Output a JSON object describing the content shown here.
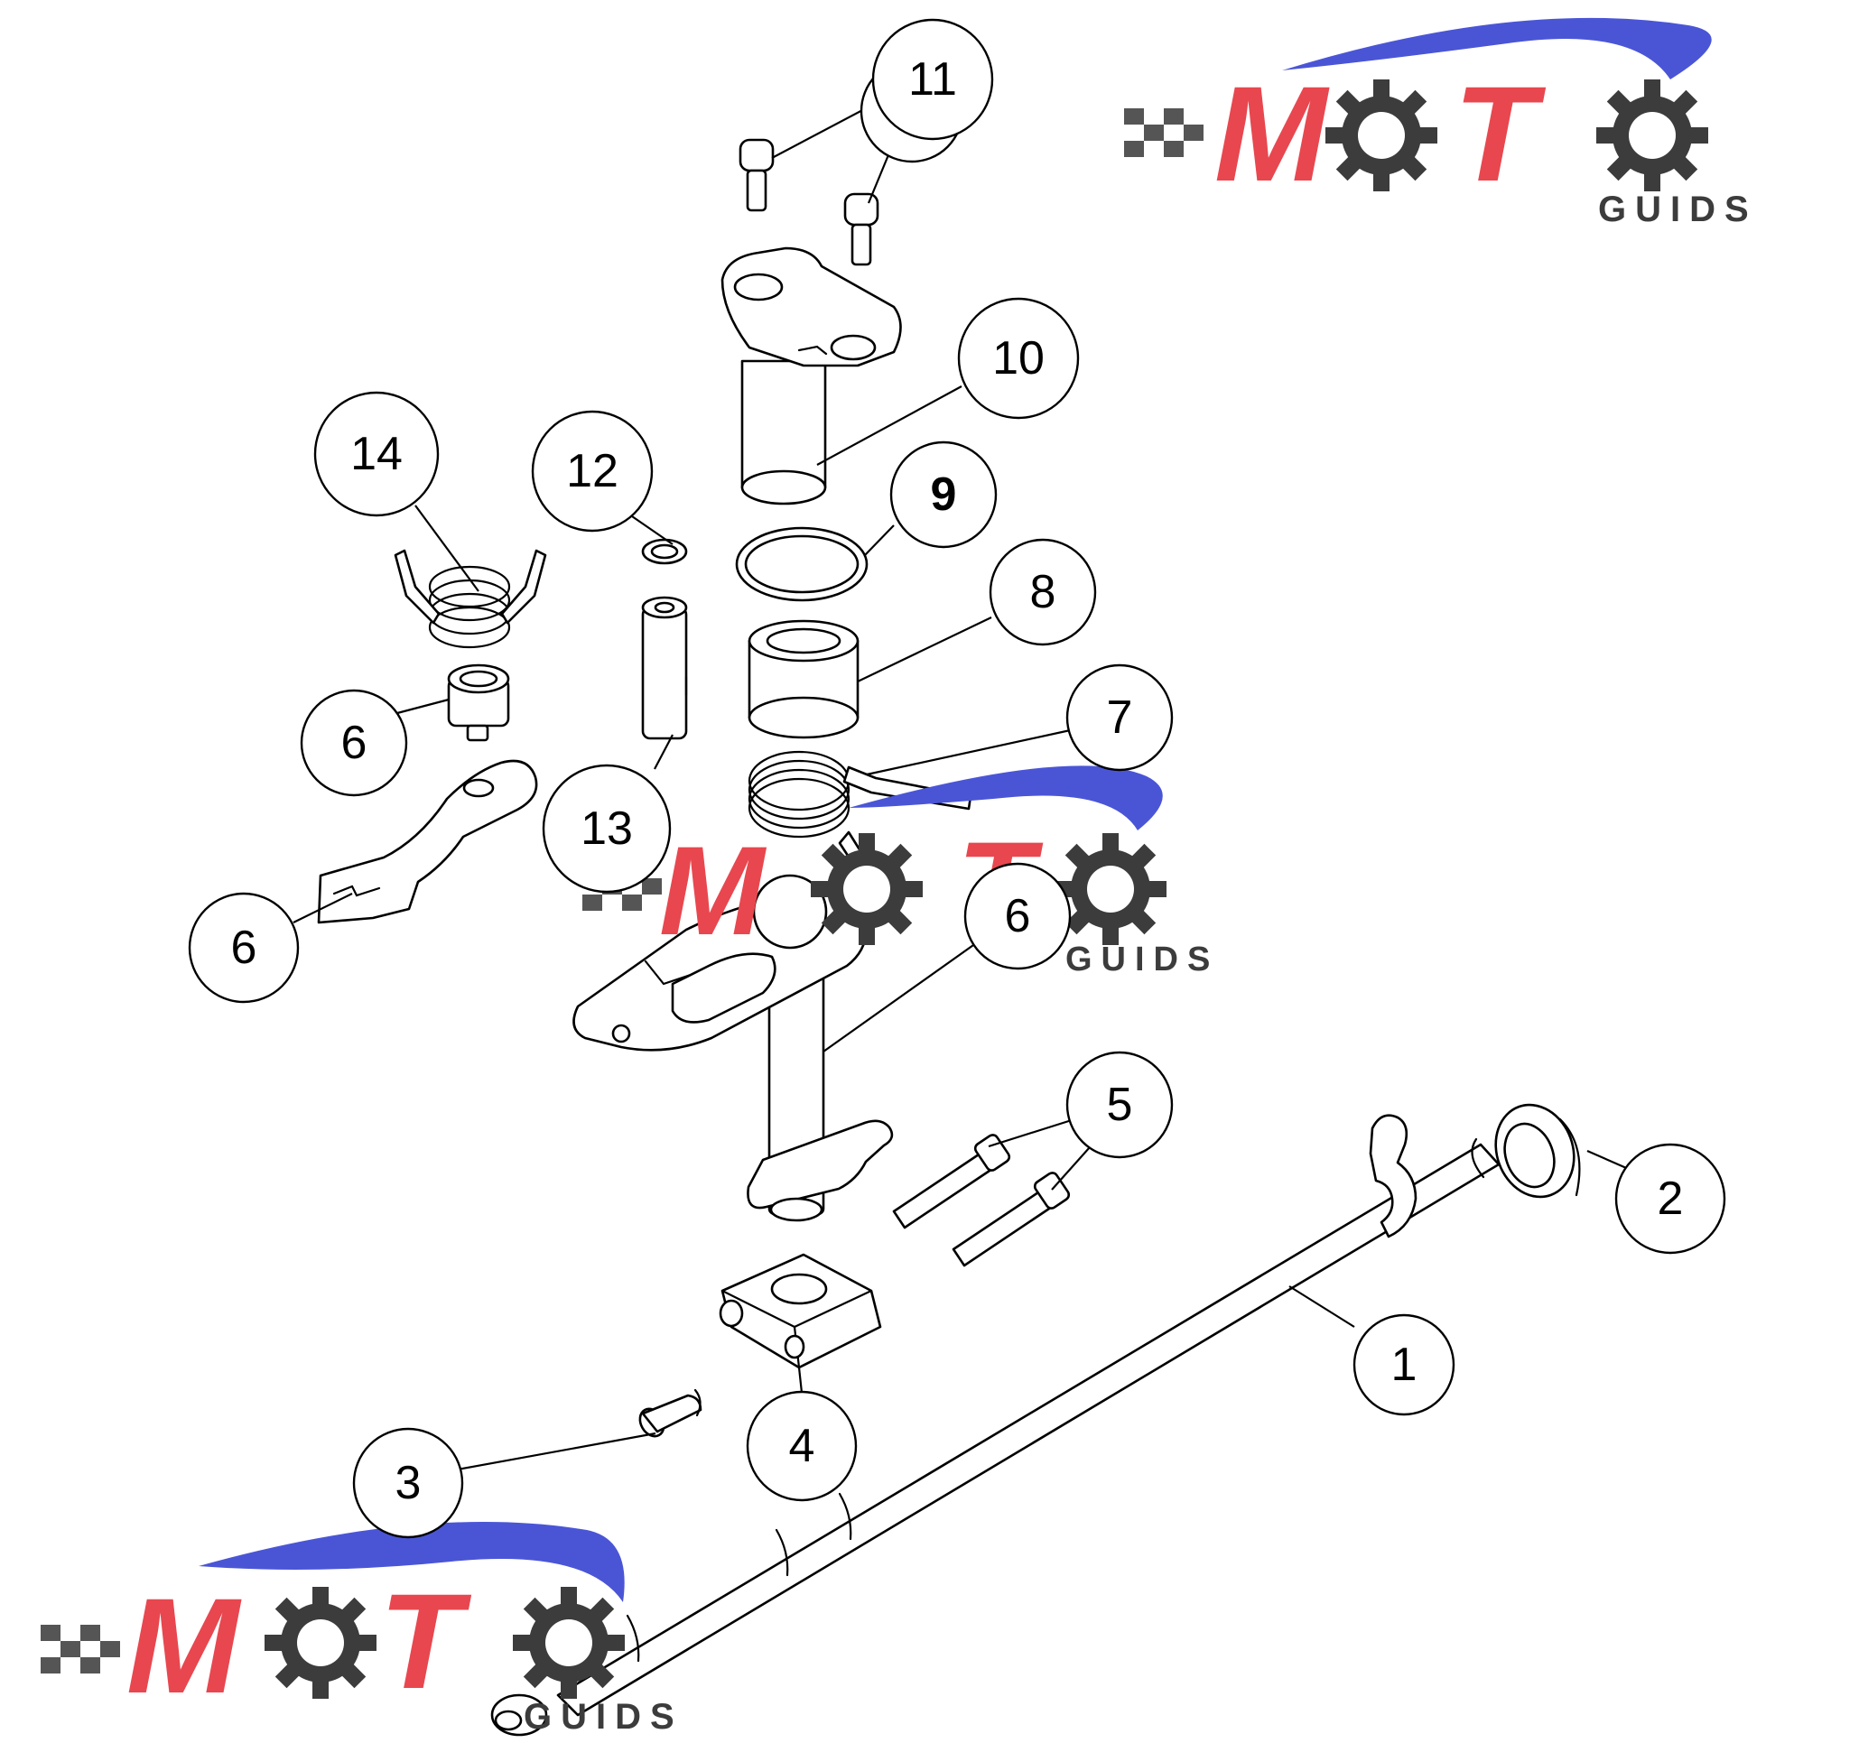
{
  "diagram": {
    "callouts": [
      {
        "id": "c1",
        "label": "1"
      },
      {
        "id": "c2",
        "label": "2"
      },
      {
        "id": "c3",
        "label": "3"
      },
      {
        "id": "c4",
        "label": "4"
      },
      {
        "id": "c5",
        "label": "5"
      },
      {
        "id": "c6a",
        "label": "6"
      },
      {
        "id": "c6b",
        "label": "6"
      },
      {
        "id": "c6c",
        "label": "6"
      },
      {
        "id": "c7",
        "label": "7"
      },
      {
        "id": "c8",
        "label": "8"
      },
      {
        "id": "c9",
        "label": "9"
      },
      {
        "id": "c10",
        "label": "10"
      },
      {
        "id": "c11",
        "label": "11"
      },
      {
        "id": "c12",
        "label": "12"
      },
      {
        "id": "c13",
        "label": "13"
      },
      {
        "id": "c14",
        "label": "14"
      }
    ]
  },
  "watermark": {
    "brand_main": "MOTO",
    "brand_sub": "GUIDS",
    "colors": {
      "letters_red": "#e8474f",
      "swoosh_blue": "#4a55d6",
      "gear_gray": "#3c3c3c",
      "checker_gray": "#555555"
    }
  }
}
